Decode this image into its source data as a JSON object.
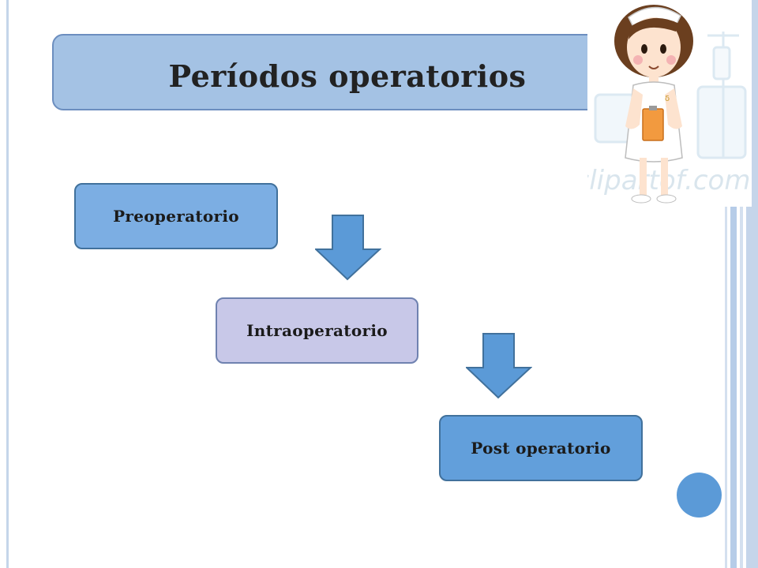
{
  "slide": {
    "title": "Períodos operatorios",
    "stages": [
      {
        "label": "Preoperatorio"
      },
      {
        "label": "Intraoperatorio"
      },
      {
        "label": "Post operatorio"
      }
    ]
  },
  "illustration": {
    "icon": "nurse-illustration",
    "watermark": "clipartof.com"
  },
  "colors": {
    "title_fill": "#a4c2e4",
    "stage1_fill": "#7caee3",
    "stage2_fill": "#c8c8e8",
    "stage3_fill": "#629fdb",
    "arrow_fill": "#5b9ad7",
    "rail": "#c5d5ea"
  }
}
